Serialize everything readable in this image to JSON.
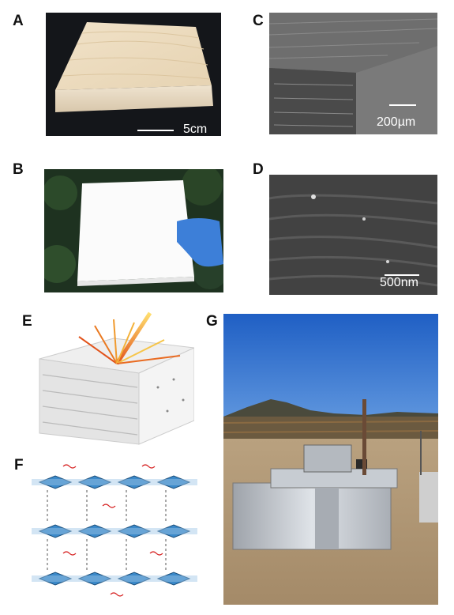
{
  "panels": {
    "a": {
      "letter": "A",
      "scale": "5cm"
    },
    "b": {
      "letter": "B"
    },
    "c": {
      "letter": "C",
      "scale": "200µm"
    },
    "d": {
      "letter": "D",
      "scale": "500nm"
    },
    "e": {
      "letter": "E"
    },
    "f": {
      "letter": "F"
    },
    "g": {
      "letter": "G"
    }
  },
  "colors": {
    "background": "#ffffff",
    "sem_gray": "#5a5a5a",
    "sky": "#2f6fd0",
    "foliage": "#1e3220",
    "wood": "#ecdcc4",
    "glove": "#3d7fd8"
  }
}
